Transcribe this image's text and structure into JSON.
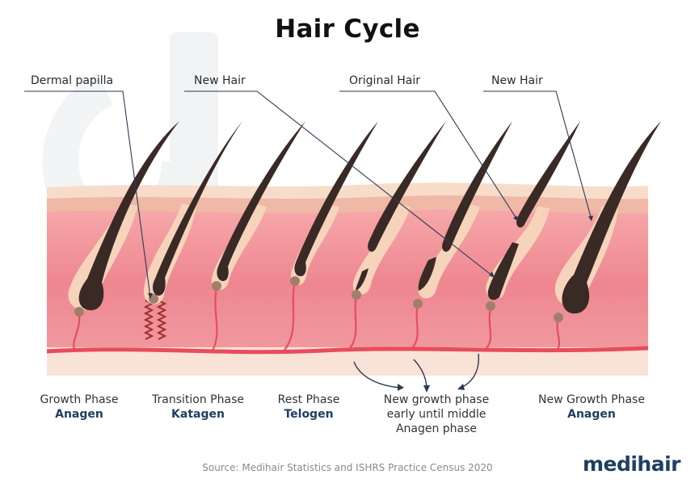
{
  "title": "Hair Cycle",
  "callouts": {
    "dermal_papilla": "Dermal papilla",
    "new_hair_left": "New Hair",
    "original_hair": "Original Hair",
    "new_hair_right": "New Hair"
  },
  "phases": [
    {
      "name": "Growth Phase",
      "term": "Anagen"
    },
    {
      "name": "Transition Phase",
      "term": "Katagen"
    },
    {
      "name": "Rest Phase",
      "term": "Telogen"
    },
    {
      "line1": "New growth phase",
      "line2": "early until middle",
      "line3": "Anagen phase"
    },
    {
      "name": "New Growth Phase",
      "term": "Anagen"
    }
  ],
  "source": "Source: Medihair Statistics and ISHRS Practice Census 2020",
  "brand": "medihair",
  "colors": {
    "brand_navy": "#1f3f63",
    "skin_pink": "#ef8a92",
    "skin_top": "#f7d9c6",
    "hair_dark": "#2e2220",
    "follicle": "#f6d3bb",
    "papilla": "#a07f6a",
    "vessel": "#e84c5c"
  }
}
